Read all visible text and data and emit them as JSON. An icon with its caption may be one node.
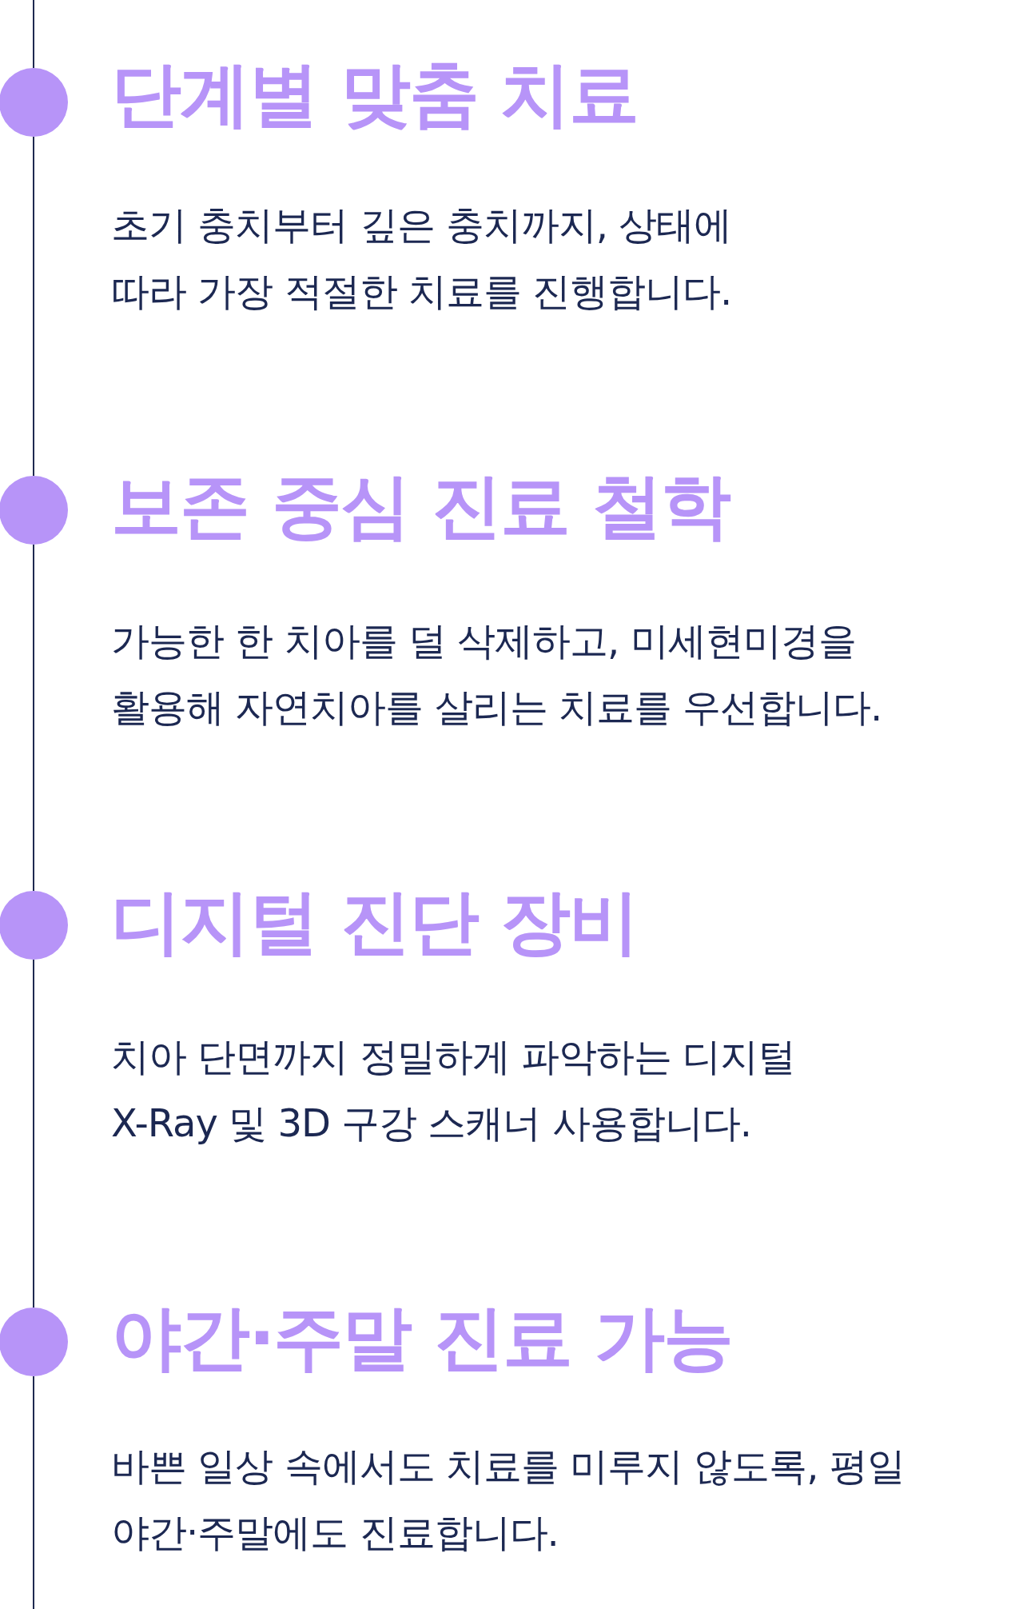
{
  "diagram": {
    "nodes": [
      {
        "text": [],
        "shape": "circle",
        "beside": [
          "단계별 맞춤 치료",
          "초기 충치부터 깊은 충치까지, 상태에 따라 가장 적절한 치료를 진행합니다."
        ]
      },
      {
        "text": [],
        "shape": "circle",
        "beside": [
          "보존 중심 진료 철학",
          "가능한 한 치아를 덜 삭제하고, 미세현미경을 활용해 자연치아를 살리는 치료를 우선합니다."
        ]
      },
      {
        "text": [],
        "shape": "circle",
        "beside": [
          "디지털 진단 장비",
          "치아 단면까지 정밀하게 파악하는 디지털 X-Ray 및 3D 구강 스캐너 사용합니다."
        ]
      },
      {
        "text": [],
        "shape": "circle",
        "beside": [
          "야간·주말 진료 가능",
          "바쁜 일상 속에서도 치료를 미루지 않도록, 평일 야간·주말에도 진료합니다."
        ]
      }
    ],
    "edges": [
      {
        "from": null,
        "to": 0,
        "arrow": "none"
      },
      {
        "from": 0,
        "to": 1,
        "arrow": "none"
      },
      {
        "from": 1,
        "to": 2,
        "arrow": "none"
      },
      {
        "from": 2,
        "to": 3,
        "arrow": "none"
      },
      {
        "from": 3,
        "to": null,
        "arrow": "none"
      }
    ]
  }
}
